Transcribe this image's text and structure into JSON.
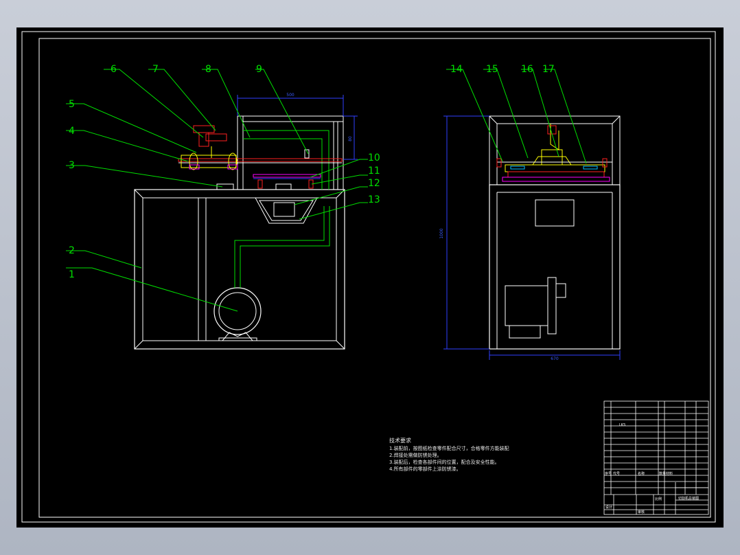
{
  "drawing": {
    "part_labels": [
      "1",
      "2",
      "3",
      "4",
      "5",
      "6",
      "7",
      "8",
      "9",
      "10",
      "11",
      "12",
      "13",
      "14",
      "15",
      "16",
      "17"
    ],
    "dimensions": {
      "front_width": "500",
      "front_height": "80",
      "side_height": "1000",
      "side_width": "670"
    },
    "tech_requirements": {
      "title": "技术要求",
      "items": [
        "1.装配前，按图纸检查零件配合尺寸，合格零件方能装配",
        "2.焊接处需做防锈处理。",
        "3.装配后，检查各部件间的位置，配合及安全性能。",
        "4.所有部件的零部件上涂防锈漆。"
      ]
    },
    "title_block": {
      "drawing_title": "切割机总装图",
      "scale_label": "比例",
      "designer_label": "设计",
      "checker_label": "审核",
      "header_cols": [
        "序号",
        "代号",
        "名称",
        "数量",
        "材料"
      ],
      "part_code": "LKS"
    },
    "colors": {
      "background": "#000000",
      "frame": "#ffffff",
      "leader": "#00e000",
      "label": "#00e000",
      "red": "#ff2020",
      "yellow": "#ffff00",
      "magenta": "#ff00ff",
      "blue": "#3040ff",
      "cyan": "#00c0ff"
    }
  }
}
